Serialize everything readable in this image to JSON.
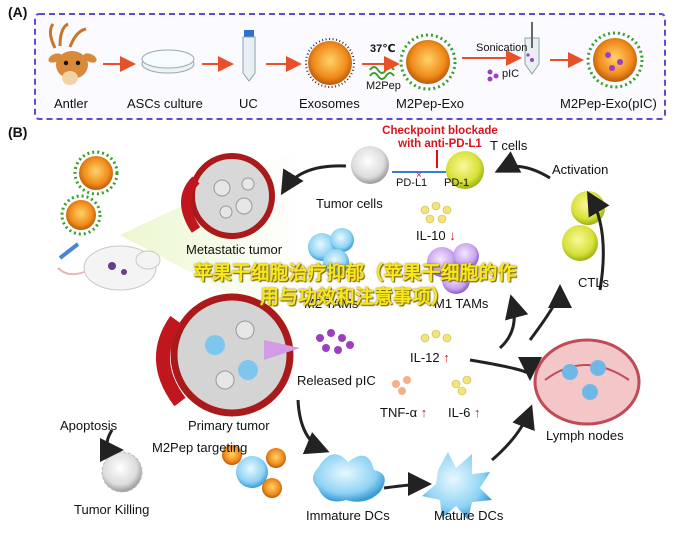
{
  "panel_a": {
    "letter": "(A)",
    "steps": [
      "Antler",
      "ASCs culture",
      "UC",
      "Exosomes",
      "M2Pep-Exo",
      "M2Pep-Exo(pIC)"
    ],
    "temp": "37℃",
    "m2pep": "M2Pep",
    "sonication": "Sonication",
    "pic": "pIC"
  },
  "panel_b": {
    "letter": "(B)",
    "checkpoint": "Checkpoint blockade",
    "anti": "with anti-PD-L1",
    "t_cells": "T cells",
    "pd_l1": "PD-L1",
    "pd_1": "PD-1",
    "tumor_cells": "Tumor cells",
    "metastatic": "Metastatic tumor",
    "activation": "Activation",
    "ctls": "CTLs",
    "il10": "IL-10",
    "m2tams": "M2 TAMs",
    "m1tams": "M1 TAMs",
    "il12": "IL-12",
    "released_pic": "Released pIC",
    "tnf": "TNF-α",
    "il6": "IL-6",
    "lymph": "Lymph nodes",
    "primary": "Primary tumor",
    "apoptosis": "Apoptosis",
    "m2pep_targeting": "M2Pep targeting",
    "tumor_killing": "Tumor Killing",
    "immature": "Immature DCs",
    "mature": "Mature DCs",
    "arrow_up": "↑",
    "arrow_down": "↓"
  },
  "overlay_text": "苹果干细胞治疗抑郁（苹果干细胞的作用与功效和注意事项）",
  "colors": {
    "dashed_border": "#5b4bd6",
    "accent_red": "#e0101a",
    "arrow": "#e8502a",
    "overlay": "#f6e81a"
  }
}
